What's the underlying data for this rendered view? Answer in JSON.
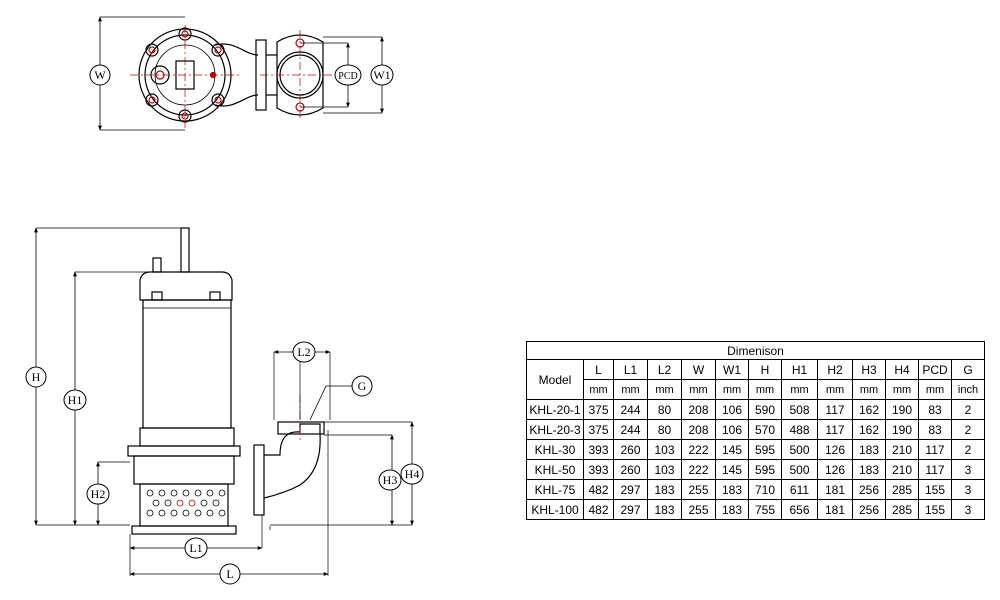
{
  "labels": {
    "W": "W",
    "PCD": "PCD",
    "W1": "W1",
    "H": "H",
    "H1": "H1",
    "H2": "H2",
    "H3": "H3",
    "H4": "H4",
    "L": "L",
    "L1": "L1",
    "L2": "L2",
    "G": "G"
  },
  "table": {
    "title": "Dimenison",
    "model_header": "Model",
    "columns": [
      "L",
      "L1",
      "L2",
      "W",
      "W1",
      "H",
      "H1",
      "H2",
      "H3",
      "H4",
      "PCD",
      "G"
    ],
    "units": [
      "mm",
      "mm",
      "mm",
      "mm",
      "mm",
      "mm",
      "mm",
      "mm",
      "mm",
      "mm",
      "mm",
      "inch"
    ],
    "rows": [
      {
        "model": "KHL-20-1",
        "values": [
          "375",
          "244",
          "80",
          "208",
          "106",
          "590",
          "508",
          "117",
          "162",
          "190",
          "83",
          "2"
        ]
      },
      {
        "model": "KHL-20-3",
        "values": [
          "375",
          "244",
          "80",
          "208",
          "106",
          "570",
          "488",
          "117",
          "162",
          "190",
          "83",
          "2"
        ]
      },
      {
        "model": "KHL-30",
        "values": [
          "393",
          "260",
          "103",
          "222",
          "145",
          "595",
          "500",
          "126",
          "183",
          "210",
          "117",
          "2"
        ]
      },
      {
        "model": "KHL-50",
        "values": [
          "393",
          "260",
          "103",
          "222",
          "145",
          "595",
          "500",
          "126",
          "183",
          "210",
          "117",
          "3"
        ]
      },
      {
        "model": "KHL-75",
        "values": [
          "482",
          "297",
          "183",
          "255",
          "183",
          "710",
          "611",
          "181",
          "256",
          "285",
          "155",
          "3"
        ]
      },
      {
        "model": "KHL-100",
        "values": [
          "482",
          "297",
          "183",
          "255",
          "183",
          "755",
          "656",
          "181",
          "256",
          "285",
          "155",
          "3"
        ]
      }
    ]
  }
}
